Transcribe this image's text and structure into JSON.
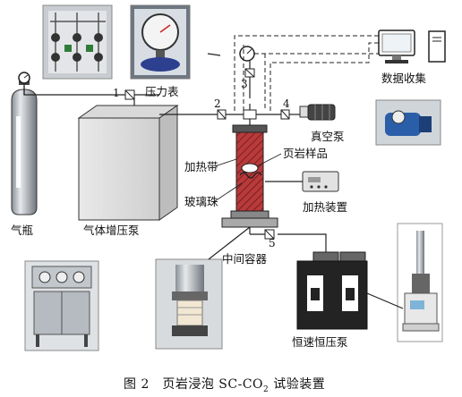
{
  "labels": {
    "pressure_gauge": "压力表",
    "data_collection": "数据收集",
    "vacuum_pump": "真空泵",
    "heating_tape": "加热带",
    "shale_sample": "页岩样品",
    "glass_beads": "玻璃珠",
    "heating_device": "加热装置",
    "intermediate_container": "中间容器",
    "gas_cylinder": "气瓶",
    "gas_booster_pump": "气体增压泵",
    "constant_pump": "恒速恒压泵"
  },
  "valves": {
    "v1": "1",
    "v2": "2",
    "v3": "3",
    "v4": "4",
    "v5": "5"
  },
  "caption": {
    "prefix": "图 2　页岩浸泡 SC-CO",
    "subscript": "2",
    "suffix": " 试验装置"
  },
  "colors": {
    "heating_tape": "#b83a3a",
    "line": "#222222",
    "photo_gray": "#9aa0a6"
  }
}
